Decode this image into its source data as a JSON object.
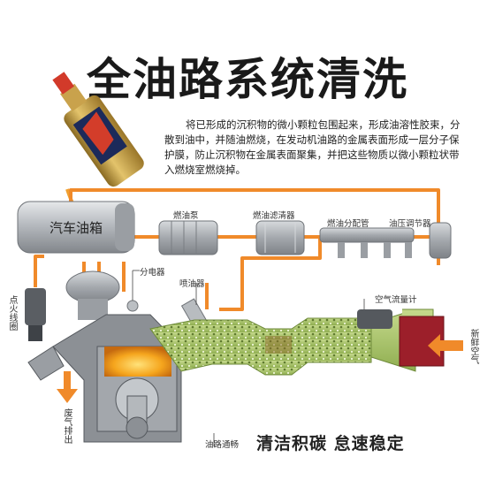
{
  "title": "全油路系统清洗",
  "description": "将已形成的沉积物的微小颗粒包围起来，形成油溶性胶束，分散到油中，并随油燃烧，在发动机油路的金属表面形成一层分子保护膜，防止沉积物在金属表面聚集，并把这些物质以微小颗粒状带入燃烧室燃烧掉。",
  "labels": {
    "fuel_tank": "汽车油箱",
    "fuel_pump": "燃油泵",
    "fuel_filter": "燃油滤清器",
    "fuel_rail": "燃油分配管",
    "pressure_regulator": "油压调节器",
    "distributor": "分电器",
    "injector": "喷油器",
    "ignition_coil": "点火线圈",
    "exhaust": "废气排出",
    "airflow_meter": "空气流量计",
    "fresh_air": "新鲜空气",
    "clear_oil_path": "油路通畅"
  },
  "slogan": "清洁积碳 怠速稳定",
  "colors": {
    "fuel_line": "#f08a2a",
    "component_gray": "#a7abb0",
    "engine_gray": "#8c9095",
    "intake_green": "#a9c46a",
    "combustion": "#f2a21c",
    "airflow_box": "#9c1f2a",
    "bottle_gold": "#c8a04a"
  }
}
